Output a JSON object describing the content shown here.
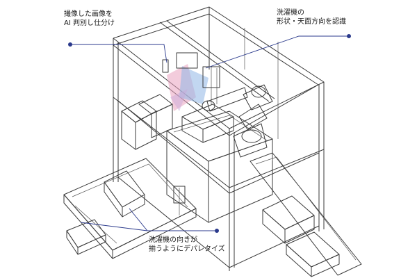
{
  "callouts": {
    "camera": {
      "line1": "撮像した画像を",
      "line2": "AI 判別し仕分け"
    },
    "recognition": {
      "line1": "洗濯機の",
      "line2": "形状・天面方向を認識"
    },
    "palletize": {
      "line1": "洗濯機の向きが",
      "line2": "揃うようにデパレタイズ"
    }
  },
  "colors": {
    "leader_line": "#2b3a8c",
    "camera_beam_pink": "#e9a3bf",
    "camera_beam_blue": "#8fb6e6",
    "frame_stroke": "#3a3a3a",
    "machine_fill": "#d9d9d9"
  }
}
